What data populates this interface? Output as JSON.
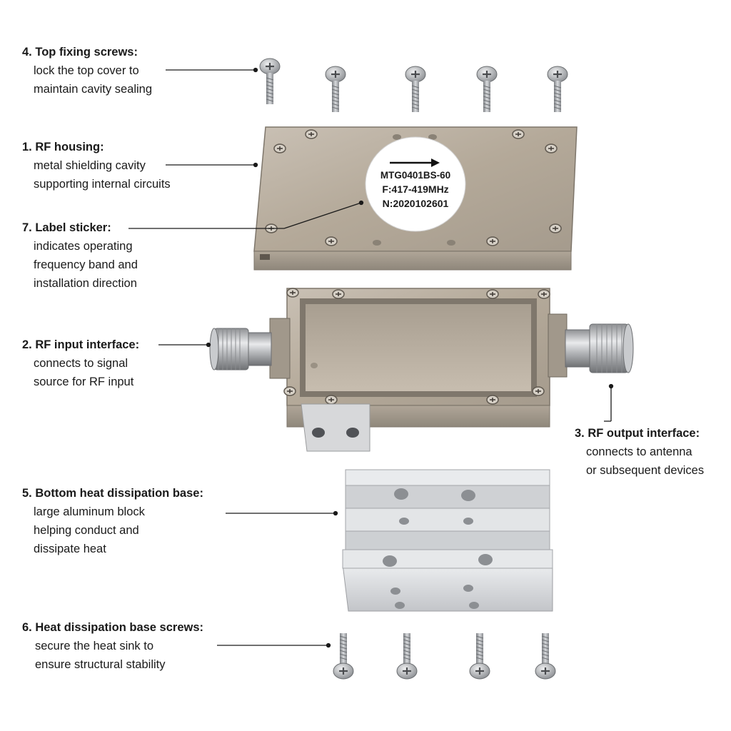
{
  "callouts": {
    "top_screws": {
      "title": "4.  Top fixing screws:",
      "lines": [
        "lock the top cover to",
        "maintain cavity sealing"
      ]
    },
    "housing": {
      "title": "1. RF housing:",
      "lines": [
        "metal shielding cavity",
        "supporting internal circuits"
      ]
    },
    "label_sticker": {
      "title": "7. Label sticker:",
      "lines": [
        "indicates operating",
        "frequency band and",
        "installation direction"
      ]
    },
    "rf_input": {
      "title": "2. RF input interface:",
      "lines": [
        "connects to signal",
        "source for RF input"
      ]
    },
    "rf_output": {
      "title": "3. RF output interface:",
      "lines": [
        "connects to antenna",
        "or subsequent devices"
      ]
    },
    "heat_base": {
      "title": "5. Bottom heat dissipation base:",
      "lines": [
        "large aluminum block",
        "helping conduct and",
        "dissipate heat"
      ]
    },
    "base_screws": {
      "title": "6. Heat dissipation base screws:",
      "lines": [
        "secure the heat sink to",
        "ensure structural stability"
      ]
    }
  },
  "sticker": {
    "model": "MTG0401BS-60",
    "frequency": "F:417-419MHz",
    "serial": "N:2020102601"
  },
  "colors": {
    "housing_metal": "#b8ada0",
    "heatsink_aluminum": "#d8d9db",
    "screw_steel": "#b5b7ba",
    "leader_line": "#1a1a1a"
  }
}
